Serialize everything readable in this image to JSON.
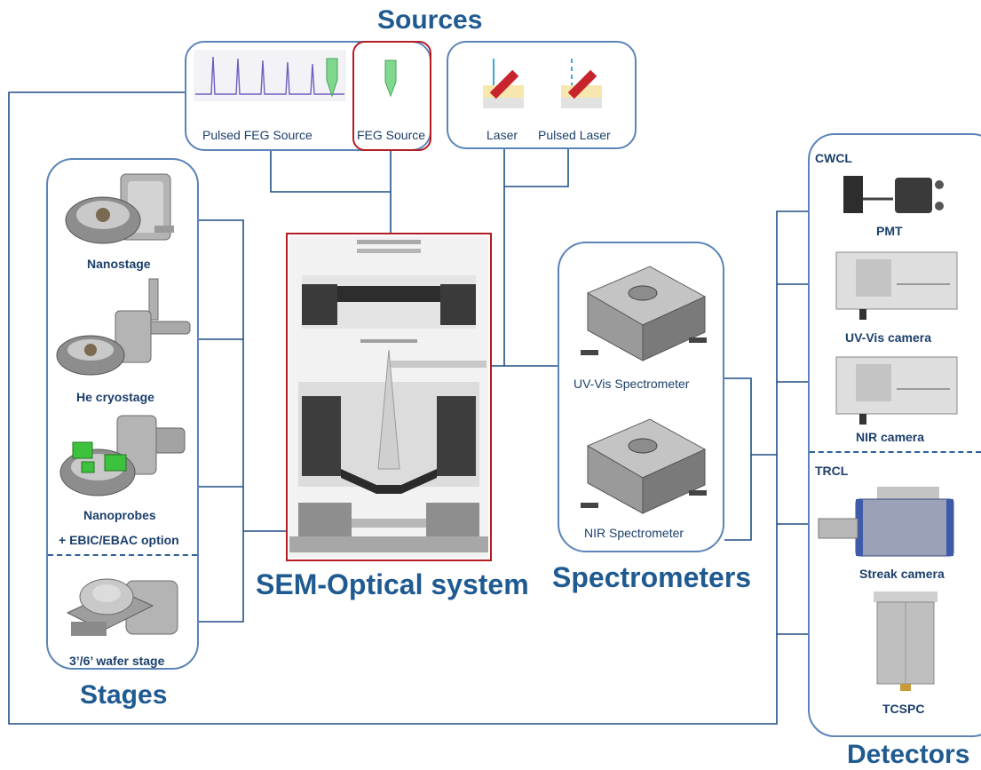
{
  "titles": {
    "sources": "Sources",
    "stages": "Stages",
    "sem": "SEM-Optical system",
    "spectrometers": "Spectrometers",
    "detectors": "Detectors"
  },
  "sources": {
    "pulsed_feg": "Pulsed FEG Source",
    "feg": "FEG Source",
    "laser": "Laser",
    "pulsed_laser": "Pulsed Laser"
  },
  "stages": {
    "nanostage": "Nanostage",
    "he_cryostage": "He cryostage",
    "nanoprobes": "Nanoprobes",
    "ebic_option": "+ EBIC/EBAC option",
    "wafer_stage": "3’/6’ wafer stage"
  },
  "spectrometers": {
    "uv_vis": "UV-Vis Spectrometer",
    "nir": "NIR Spectrometer"
  },
  "detectors": {
    "cwcl": "CWCL",
    "pmt": "PMT",
    "uv_vis_camera": "UV-Vis camera",
    "nir_camera": "NIR camera",
    "trcl": "TRCL",
    "streak_camera": "Streak camera",
    "tcspc": "TCSPC"
  },
  "colors": {
    "box_border": "#5b84b8",
    "highlight": "#b41c23",
    "connector": "#1f4f86",
    "title": "#1f5a91"
  },
  "icons": [
    "pulse-train-icon",
    "emitter-tip-icon",
    "laser-mirror-icon",
    "stage-icon",
    "spectrometer-icon",
    "camera-icon",
    "pmt-icon",
    "sem-column-icon"
  ]
}
